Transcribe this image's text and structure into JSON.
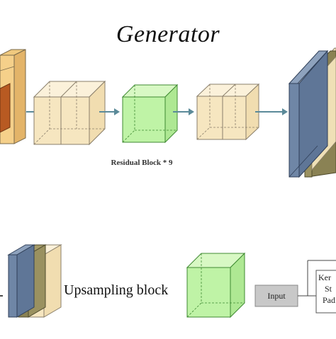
{
  "diagram": {
    "title": "Generator",
    "residual_label": "Residual Block * 9",
    "legend": {
      "upsampling_label": "Upsampling block",
      "input_label": "Input",
      "param_fragments": [
        "Ker",
        "St",
        "Pad"
      ]
    },
    "colors": {
      "tan_face": "#f6e6c0",
      "tan_edge": "#8a7f6b",
      "orange_block": "#f5d08a",
      "orange_inner": "#b85a22",
      "green_face": "#bff3a6",
      "green_edge": "#3f8a32",
      "blue_slab": "#6f86a6",
      "dark_slab": "#8a8254",
      "arrow": "#5b8a99",
      "input_box": "#c8c8c8"
    },
    "icons": [
      "arrow-right-icon"
    ]
  }
}
